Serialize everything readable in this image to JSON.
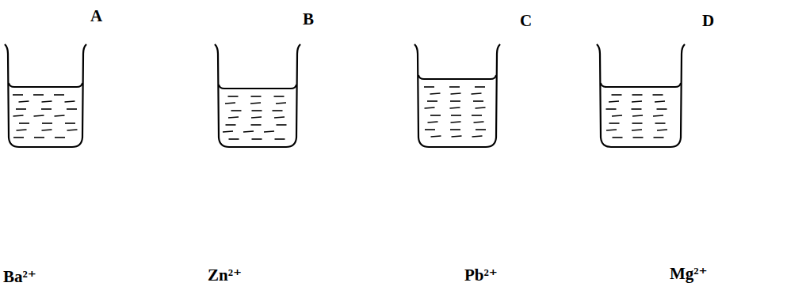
{
  "diagram": {
    "labels": [
      "A",
      "B",
      "C",
      "D",
      "Ba²⁺",
      "Zn²⁺",
      "Pb²⁺",
      "Mg²⁺"
    ]
  }
}
